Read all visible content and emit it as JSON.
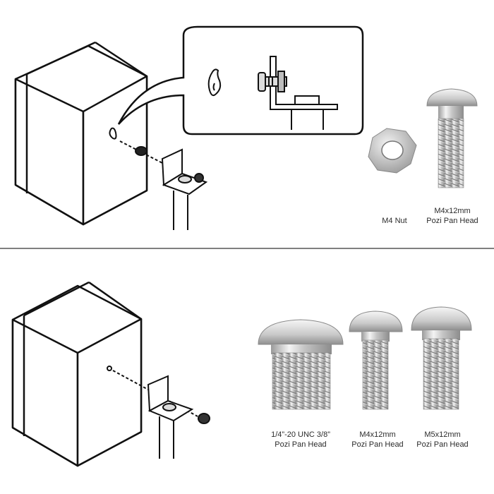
{
  "top_panel": {
    "hardware": [
      {
        "line1": "M4 Nut",
        "line2": ""
      },
      {
        "line1": "M4x12mm",
        "line2": "Pozi Pan Head"
      }
    ]
  },
  "bottom_panel": {
    "hardware": [
      {
        "line1": "1/4”-20 UNC 3/8”",
        "line2": "Pozi Pan Head"
      },
      {
        "line1": "M4x12mm",
        "line2": "Pozi Pan Head"
      },
      {
        "line1": "M5x12mm",
        "line2": "Pozi Pan Head"
      }
    ]
  },
  "colors": {
    "line": "#111111",
    "divider": "#555555",
    "metal": "#c8c8c8"
  }
}
